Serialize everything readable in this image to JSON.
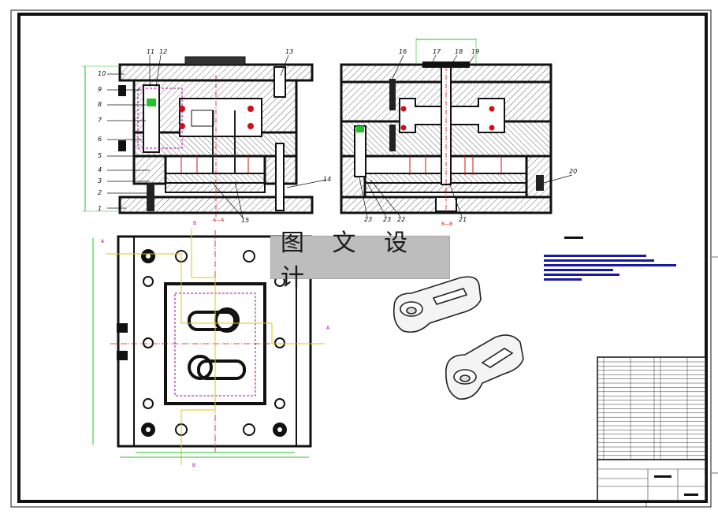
{
  "watermark": "图 文 设 计",
  "callouts_left": [
    "10",
    "9",
    "8",
    "7",
    "6",
    "5",
    "4",
    "3",
    "2",
    "1"
  ],
  "callouts_top_left": [
    "11",
    "12",
    "13"
  ],
  "callout_14": "14",
  "callout_15": "15",
  "section_aa": "A—A",
  "callouts_top_right": [
    "16",
    "17",
    "18",
    "19"
  ],
  "callout_20": "20",
  "callouts_bottom_right": [
    "23",
    "23",
    "22",
    "21"
  ],
  "section_bb": "B—B",
  "plan_marks": {
    "a": "A",
    "b": "B"
  },
  "colors": {
    "frame": "#111111",
    "hatch": "#555555",
    "dim": "#22c02a",
    "center": "#d01010",
    "note_blue": "#1a1aa0",
    "plan_yellow": "#e6c400",
    "cavity": "#b000b0"
  }
}
